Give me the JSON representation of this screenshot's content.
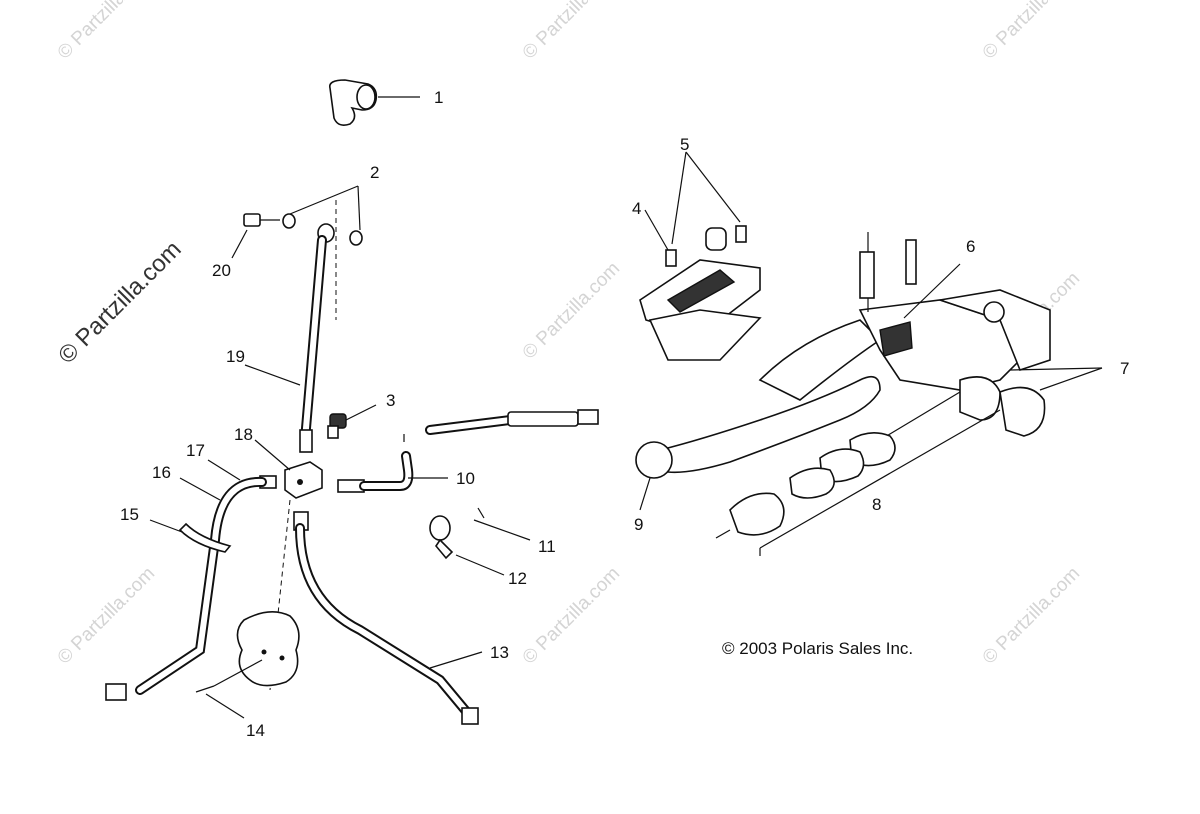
{
  "watermark_text": "© Partzilla.com",
  "copyright": "© 2003 Polaris Sales Inc.",
  "callouts": [
    "1",
    "2",
    "3",
    "4",
    "5",
    "6",
    "7",
    "8",
    "9",
    "10",
    "11",
    "12",
    "13",
    "14",
    "15",
    "16",
    "17",
    "18",
    "19",
    "20"
  ]
}
